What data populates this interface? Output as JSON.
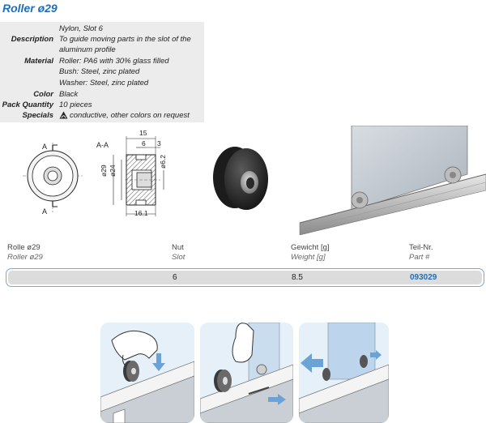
{
  "title": "Roller ø29",
  "specs": [
    {
      "label": "",
      "value": "Nylon, Slot 6"
    },
    {
      "label": "Description",
      "value": "To guide moving parts in the slot of the"
    },
    {
      "label": "",
      "value": "aluminum profile"
    },
    {
      "label": "Material",
      "value": "Roller: PA6 with 30% glass filled"
    },
    {
      "label": "",
      "value": "Bush: Steel, zinc plated"
    },
    {
      "label": "",
      "value": "Washer: Steel, zinc plated"
    },
    {
      "label": "Color",
      "value": "Black"
    },
    {
      "label": "Pack Quantity",
      "value": "10 pieces"
    },
    {
      "label": "Specials",
      "value": "conductive, other colors on request"
    }
  ],
  "drawing": {
    "section_label": "A-A",
    "a_top": "A",
    "a_bottom": "A",
    "dim_15": "15",
    "dim_6": "6",
    "dim_3": "3",
    "dim_29": "ø29",
    "dim_24": "ø24",
    "dim_62": "ø6.2",
    "dim_161": "16.1"
  },
  "table": {
    "headers": [
      {
        "de": "Rolle ø29",
        "en": "Roller ø29"
      },
      {
        "de": "Nut",
        "en": "Slot"
      },
      {
        "de": "Gewicht [g]",
        "en": "Weight [g]"
      },
      {
        "de": "Teil-Nr.",
        "en": "Part #"
      }
    ],
    "row": {
      "slot": "6",
      "weight": "8.5",
      "part": "093029"
    }
  },
  "colors": {
    "accent": "#1f6fb8",
    "spec_bg": "#ececec",
    "row_bg": "#dcdcdc",
    "panel_bg": "#e6f0f8"
  },
  "icons": [
    "esd-conductive-icon",
    "arrow-down-icon",
    "arrow-left-icon",
    "arrow-right-icon"
  ]
}
